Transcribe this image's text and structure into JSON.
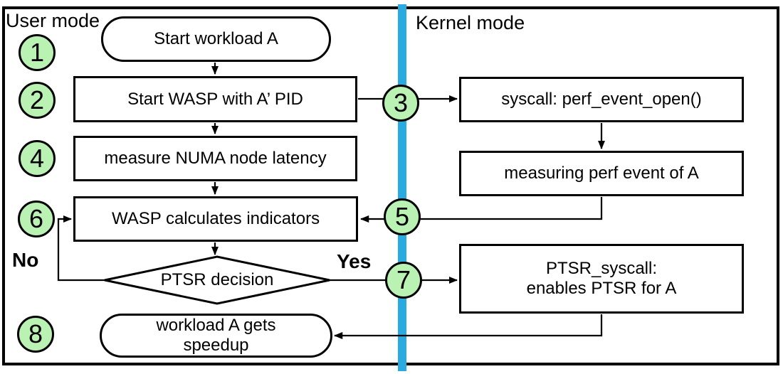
{
  "modes": {
    "user": "User mode",
    "kernel": "Kernel mode"
  },
  "branch_labels": {
    "no": "No",
    "yes": "Yes"
  },
  "steps": {
    "c1": "1",
    "c2": "2",
    "c3": "3",
    "c4": "4",
    "c5": "5",
    "c6": "6",
    "c7": "7",
    "c8": "8"
  },
  "nodes": {
    "start_workload": "Start workload A",
    "start_wasp": "Start WASP with A’ PID",
    "measure_numa": "measure NUMA node latency",
    "wasp_indicators": "WASP calculates indicators",
    "ptsr_decision": "PTSR decision",
    "workload_speedup": {
      "line1": "workload A gets",
      "line2": "speedup"
    },
    "syscall_open": "syscall: perf_event_open()",
    "measuring_perf": "measuring perf event of A",
    "ptsr_syscall": {
      "line1": "PTSR_syscall:",
      "line2": "enables PTSR for A"
    }
  },
  "colors": {
    "step_circle_fill": "#b9f2b3",
    "divider": "#29abe2",
    "stroke": "#000000"
  }
}
